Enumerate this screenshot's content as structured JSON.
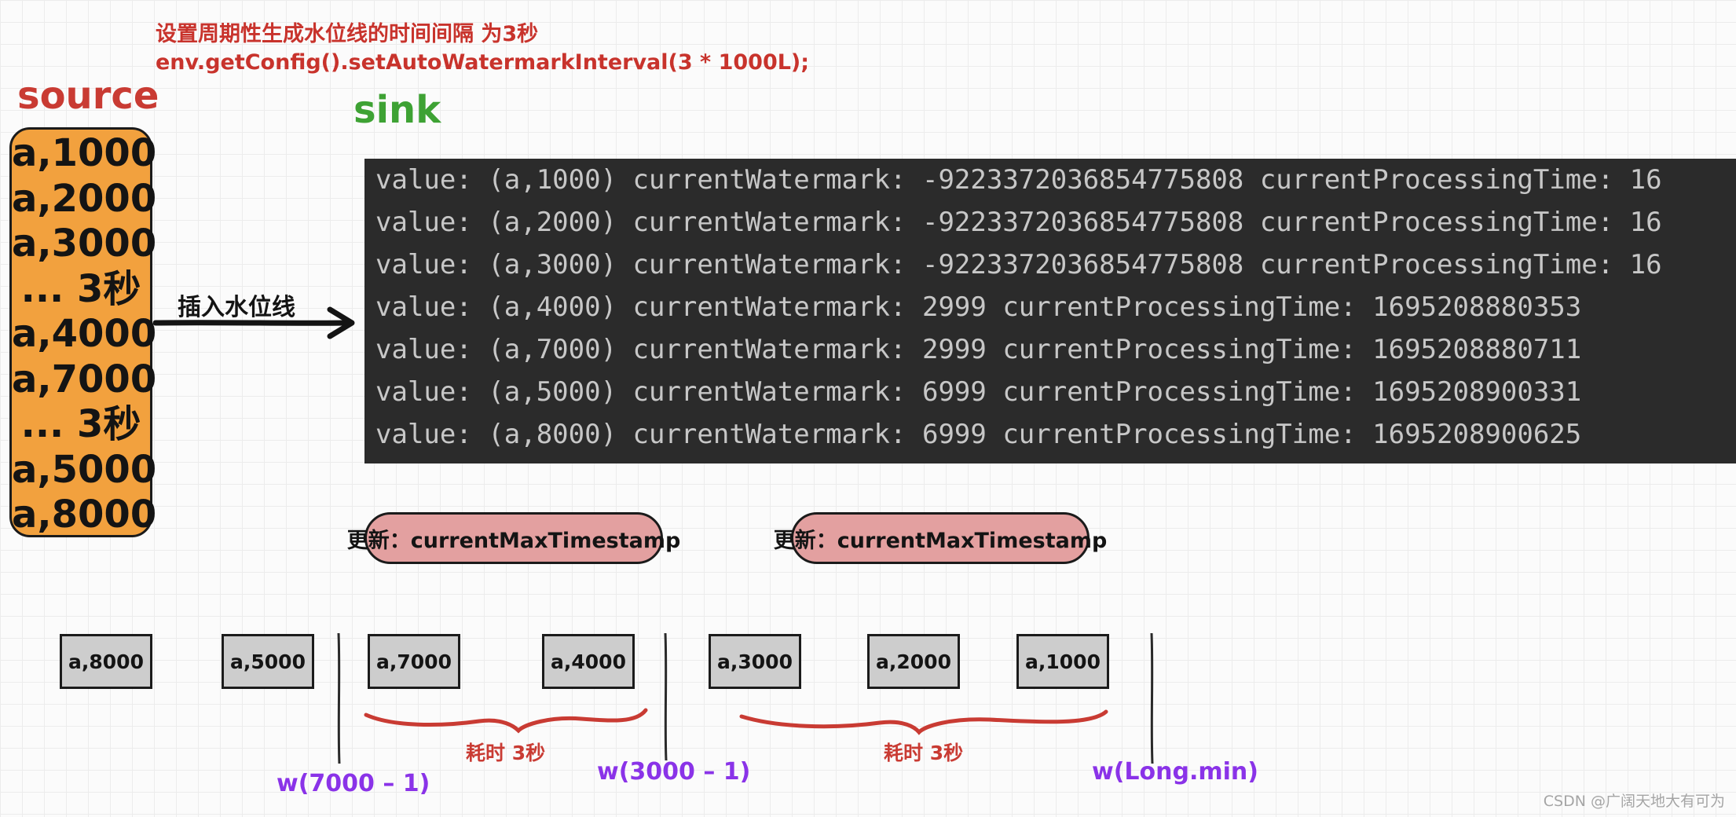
{
  "note": {
    "line1": "设置周期性生成水位线的时间间隔 为3秒",
    "line2": "env.getConfig().setAutoWatermarkInterval(3 * 1000L);"
  },
  "source": {
    "title": "source",
    "items": [
      "a,1000",
      "a,2000",
      "a,3000",
      "... 3秒",
      "a,4000",
      "a,7000",
      "... 3秒",
      "a,5000",
      "a,8000"
    ]
  },
  "arrow": {
    "label": "插入水位线"
  },
  "sink": {
    "title": "sink",
    "lines": [
      "value: (a,1000) currentWatermark: -9223372036854775808 currentProcessingTime: 16",
      "value: (a,2000) currentWatermark: -9223372036854775808 currentProcessingTime: 16",
      "value: (a,3000) currentWatermark: -9223372036854775808 currentProcessingTime: 16",
      "value: (a,4000) currentWatermark: 2999 currentProcessingTime: 1695208880353",
      "value: (a,7000) currentWatermark: 2999 currentProcessingTime: 1695208880711",
      "value: (a,5000) currentWatermark: 6999 currentProcessingTime: 1695208900331",
      "value: (a,8000) currentWatermark: 6999 currentProcessingTime: 1695208900625"
    ]
  },
  "updates": [
    {
      "label": "更新：currentMaxTimestamp"
    },
    {
      "label": "更新：currentMaxTimestamp"
    }
  ],
  "stream": {
    "events": [
      "a,8000",
      "a,5000",
      "a,7000",
      "a,4000",
      "a,3000",
      "a,2000",
      "a,1000"
    ],
    "watermarks": [
      "w(7000 – 1)",
      "w(3000 – 1)",
      "w(Long.min)"
    ],
    "durations": [
      "耗时 3秒",
      "耗时 3秒"
    ]
  },
  "colors": {
    "source_fill": "#f2a13e",
    "pill_fill": "#e3a0a0",
    "event_fill": "#cdcdcd",
    "note_text": "#c8332c",
    "sink_title": "#3ea234",
    "watermark_label": "#8a33e8",
    "brace": "#c93b33",
    "console_bg": "#2b2b2b"
  },
  "footer": {
    "credit": "CSDN @广阔天地大有可为"
  }
}
